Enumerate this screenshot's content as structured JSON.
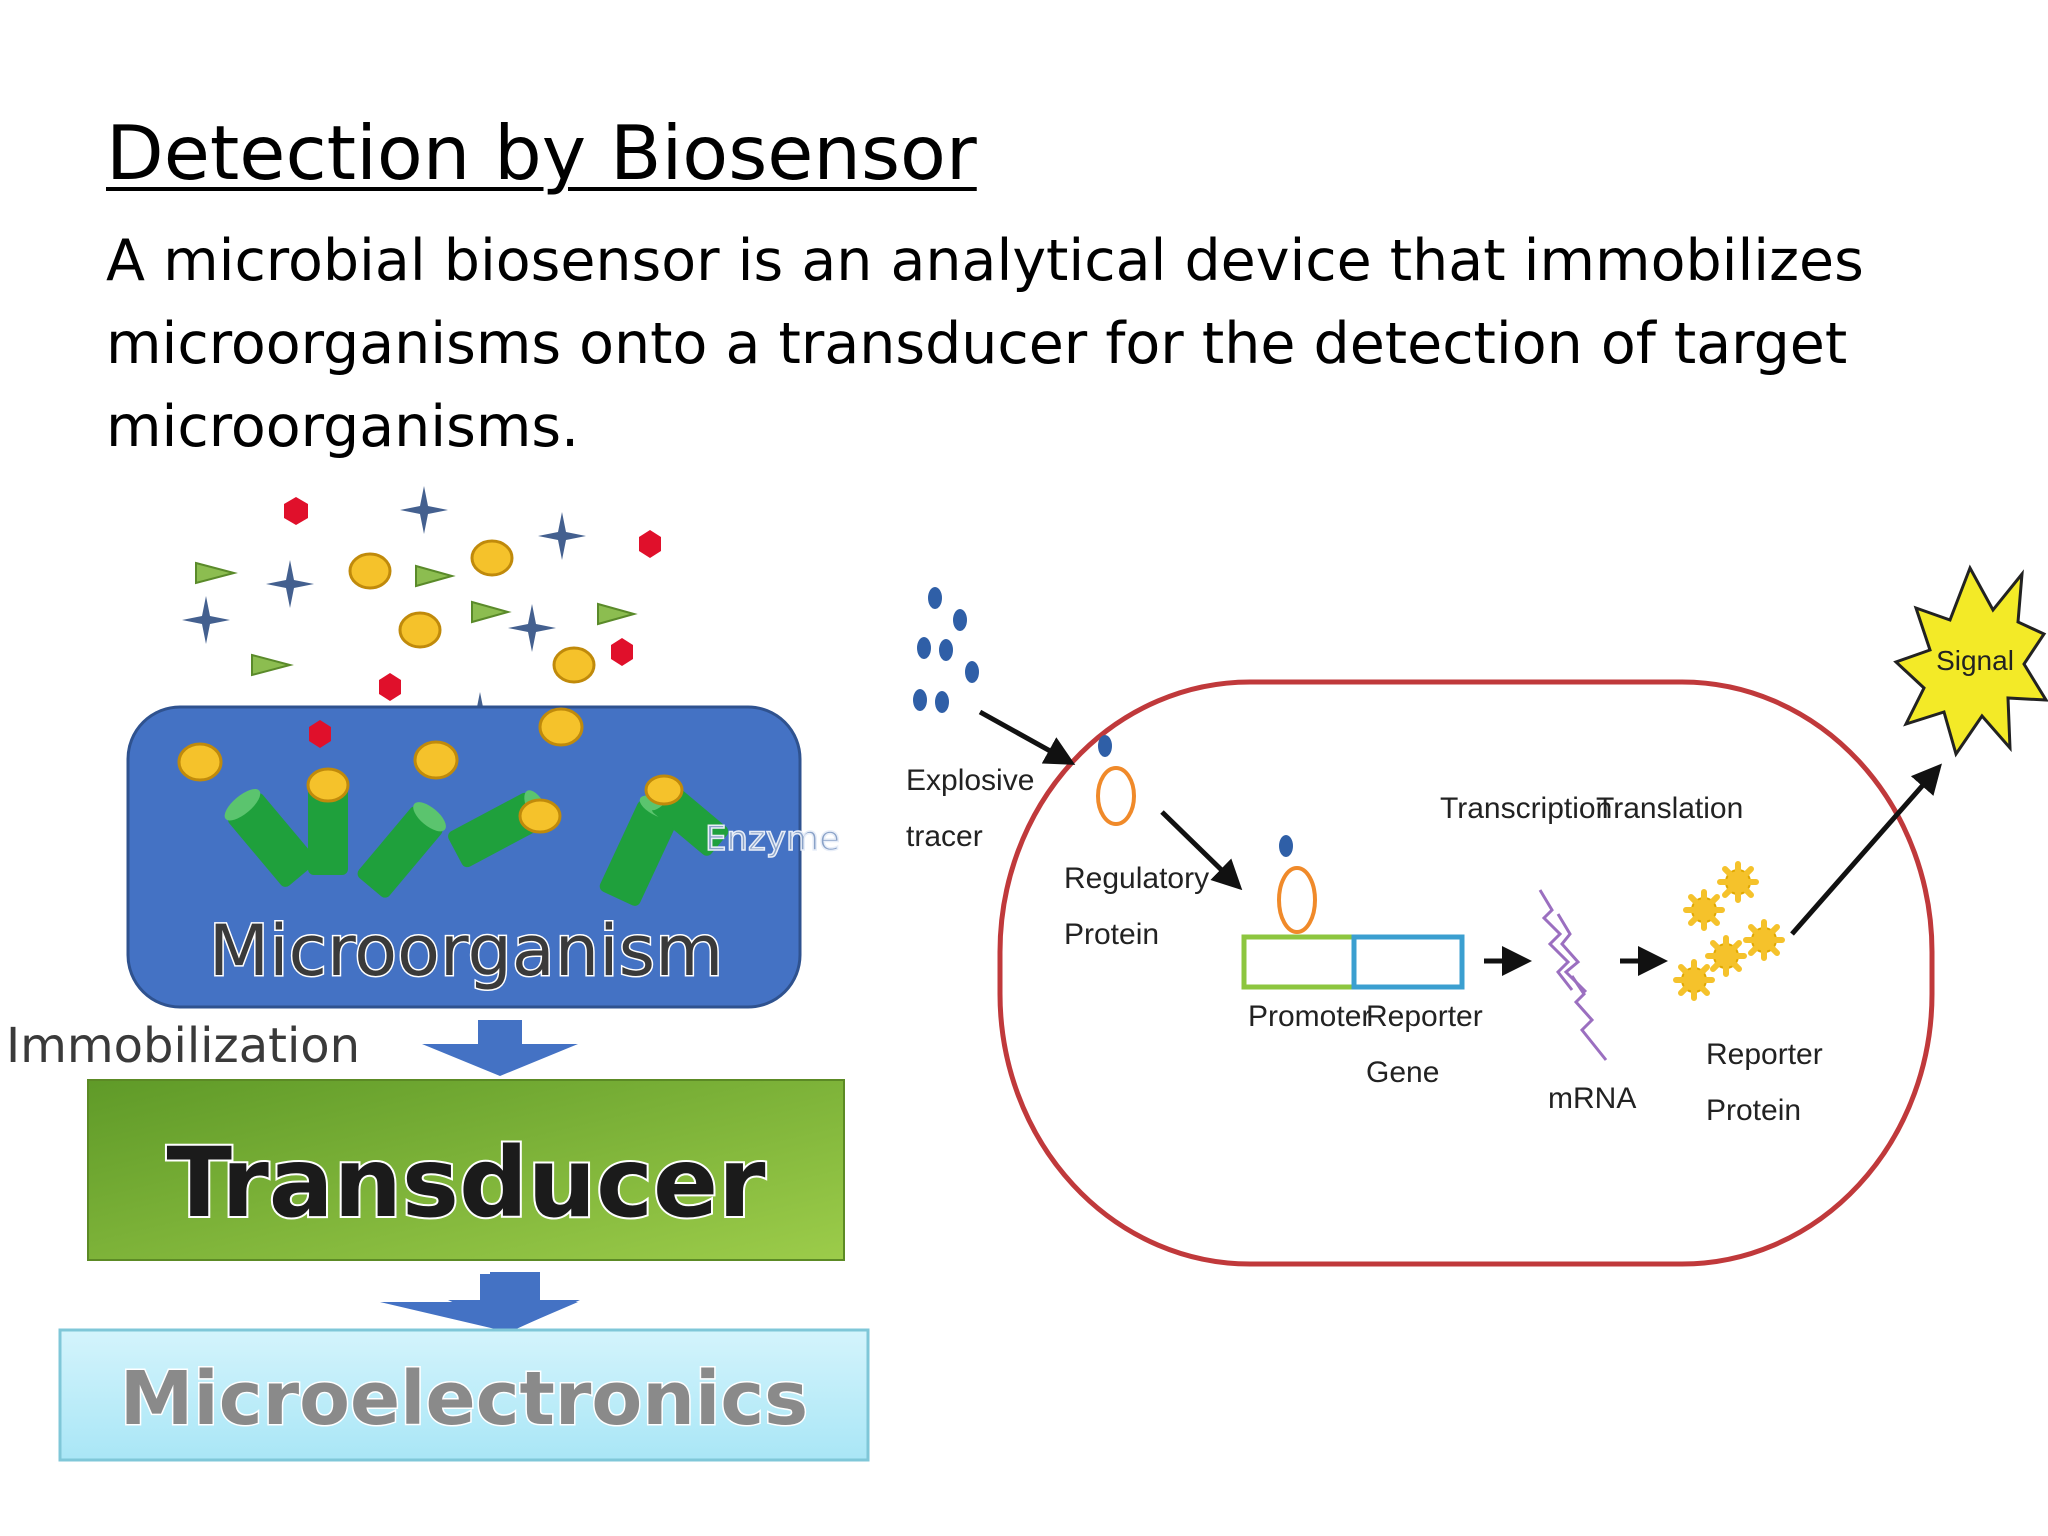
{
  "slide": {
    "title": "Detection by Biosensor",
    "body": "A microbial biosensor is an analytical device that immobilizes microorganisms onto a transducer for the detection of target microorganisms."
  },
  "left_diagram": {
    "enzyme_label": "Enzyme",
    "microorganism_label": "Microorganism",
    "immobilization_label": "Immobilization",
    "transducer_label": "Transducer",
    "microelectronics_label": "Microelectronics"
  },
  "right_diagram": {
    "explosive_tracer": [
      "Explosive",
      "tracer"
    ],
    "regulatory_protein": [
      "Regulatory",
      "Protein"
    ],
    "transcription_label": "Transcription",
    "translation_label": "Translation",
    "promoter_label": "Promoter",
    "reporter_gene": [
      "Reporter",
      "Gene"
    ],
    "mrna_label": "mRNA",
    "reporter_protein": [
      "Reporter",
      "Protein"
    ],
    "signal_label": "Signal"
  },
  "colors": {
    "microorganism_box": "#4472c4",
    "enzyme_cylinder": "#1fa03c",
    "particle_yellow": "#f5c22b",
    "particle_red": "#e0102b",
    "particle_star": "#44608f",
    "particle_triangle": "#8cbd50",
    "transducer_box": "#76ac32",
    "microelectronics_box": "#bfeef9",
    "arrow_blue": "#4472c4",
    "cell_outline": "#c0393b",
    "promoter_box": "#8dc63f",
    "reporter_gene_box": "#3b9fd0",
    "regulatory_ring": "#f08a2a",
    "mrna": "#9b6fc0",
    "signal_burst": "#f3ea27"
  }
}
